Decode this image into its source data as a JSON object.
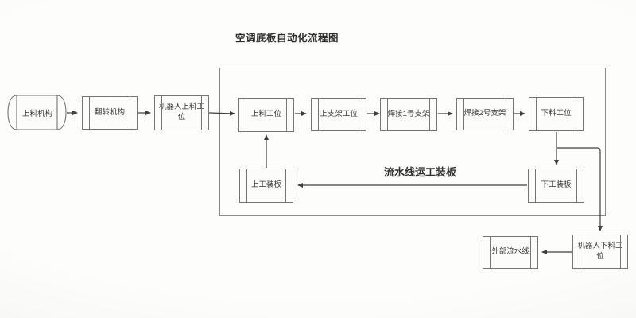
{
  "title": "空调底板自动化流程图",
  "flow_label": "流水线运工装板",
  "nodes": [
    {
      "id": "feed-mechanism",
      "label": "上料机构",
      "shape": "cylinder"
    },
    {
      "id": "flip-mechanism",
      "label": "翻转机构",
      "shape": "process"
    },
    {
      "id": "robot-feed-station",
      "label": "机器人上料工位",
      "shape": "process"
    },
    {
      "id": "feed-station",
      "label": "上料工位",
      "shape": "process"
    },
    {
      "id": "upper-bracket-station",
      "label": "上支架工位",
      "shape": "process"
    },
    {
      "id": "weld-bracket-1",
      "label": "焊接1号支架",
      "shape": "process"
    },
    {
      "id": "weld-bracket-2",
      "label": "焊接2号支架",
      "shape": "process"
    },
    {
      "id": "unload-station",
      "label": "下料工位",
      "shape": "process"
    },
    {
      "id": "upper-tooling-plate",
      "label": "上工装板",
      "shape": "process"
    },
    {
      "id": "lower-tooling-plate",
      "label": "下工装板",
      "shape": "process"
    },
    {
      "id": "external-line",
      "label": "外部流水线",
      "shape": "process"
    },
    {
      "id": "robot-unload-station",
      "label": "机器人下料工位",
      "shape": "process"
    }
  ],
  "edges": [
    {
      "from": "feed-mechanism",
      "to": "flip-mechanism"
    },
    {
      "from": "flip-mechanism",
      "to": "robot-feed-station"
    },
    {
      "from": "robot-feed-station",
      "to": "feed-station"
    },
    {
      "from": "feed-station",
      "to": "upper-bracket-station"
    },
    {
      "from": "upper-bracket-station",
      "to": "weld-bracket-1"
    },
    {
      "from": "weld-bracket-1",
      "to": "weld-bracket-2"
    },
    {
      "from": "weld-bracket-2",
      "to": "unload-station"
    },
    {
      "from": "unload-station",
      "to": "lower-tooling-plate"
    },
    {
      "from": "unload-station",
      "to": "robot-unload-station"
    },
    {
      "from": "lower-tooling-plate",
      "to": "upper-tooling-plate",
      "label": "流水线运工装板"
    },
    {
      "from": "upper-tooling-plate",
      "to": "feed-station"
    },
    {
      "from": "robot-unload-station",
      "to": "external-line"
    }
  ],
  "colors": {
    "background": "#fbfbfa",
    "line": "#3f3f3f",
    "box_border": "#757575",
    "box_fill": "#fcfcfb",
    "text": "#383838"
  }
}
